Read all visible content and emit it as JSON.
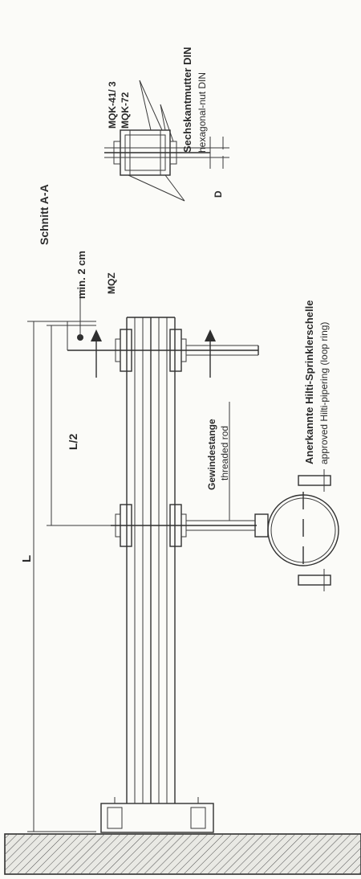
{
  "labels": {
    "section": "Schnitt A-A",
    "hex_nut_de": "Sechskantmutter DIN",
    "hex_nut_en": "hexagonal-nut DIN",
    "channel_1": "MQK-41/ 3",
    "channel_2": "MQK-72",
    "connector": "MQZ",
    "dim_d": "D",
    "min_dist": "min. 2 cm",
    "length": "L",
    "half_length": "L/2",
    "rod_de": "Gewindestange",
    "rod_en": "threaded rod",
    "clamp_de": "Anerkannte Hilti-Sprinklerschelle",
    "clamp_en": "approved Hilti-pipering (loop ring)"
  },
  "colors": {
    "line": "#2f2f2f",
    "wall_fill": "#e9e9e4",
    "paper": "#fbfbf8"
  }
}
